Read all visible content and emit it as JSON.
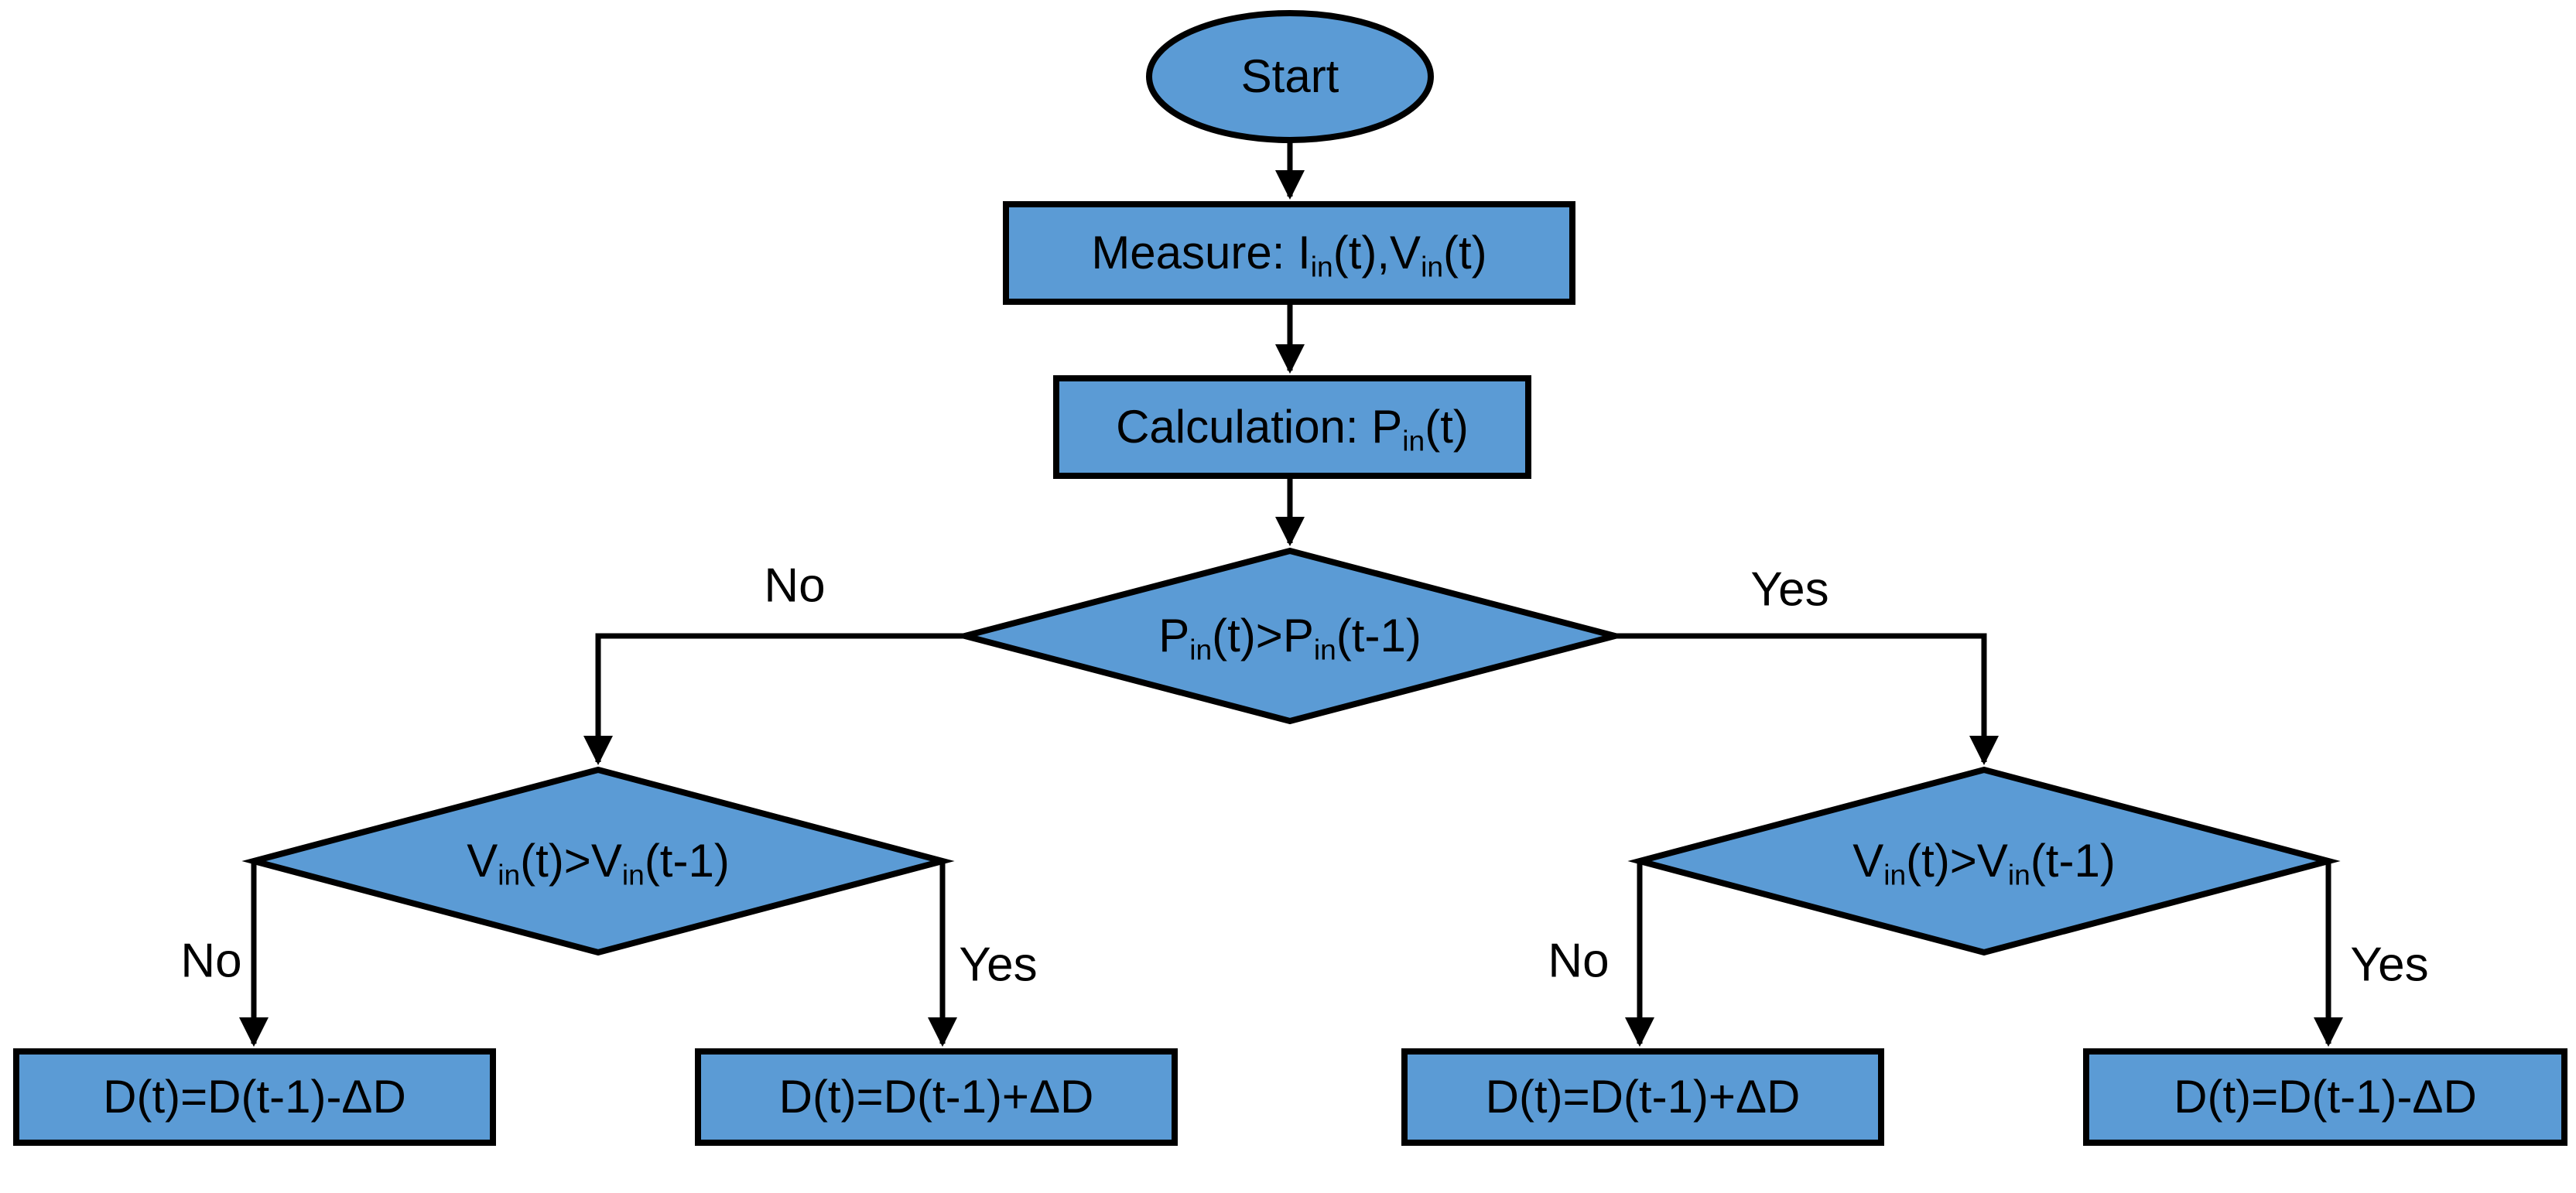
{
  "colors": {
    "node_fill": "#5B9BD5",
    "node_border": "#000000",
    "edge_color": "#000000",
    "text_color": "#000000",
    "background": "#FFFFFF"
  },
  "nodes": {
    "start": {
      "label": "Start"
    },
    "measure": {
      "segments": [
        {
          "t": "Measure: I"
        },
        {
          "t": "in",
          "sub": true
        },
        {
          "t": "(t),V"
        },
        {
          "t": "in",
          "sub": true
        },
        {
          "t": "(t)"
        }
      ]
    },
    "calculation": {
      "segments": [
        {
          "t": "Calculation: P"
        },
        {
          "t": "in",
          "sub": true
        },
        {
          "t": "(t)"
        }
      ]
    },
    "decision_power": {
      "segments": [
        {
          "t": "P"
        },
        {
          "t": "in",
          "sub": true
        },
        {
          "t": "(t)>P"
        },
        {
          "t": "in",
          "sub": true
        },
        {
          "t": "(t-1)"
        }
      ]
    },
    "decision_voltage_left": {
      "segments": [
        {
          "t": "V"
        },
        {
          "t": "in",
          "sub": true
        },
        {
          "t": "(t)>V"
        },
        {
          "t": "in",
          "sub": true
        },
        {
          "t": "(t-1)"
        }
      ]
    },
    "decision_voltage_right": {
      "segments": [
        {
          "t": "V"
        },
        {
          "t": "in",
          "sub": true
        },
        {
          "t": "(t)>V"
        },
        {
          "t": "in",
          "sub": true
        },
        {
          "t": "(t-1)"
        }
      ]
    },
    "action_left_no": {
      "label": "D(t)=D(t-1)-ΔD"
    },
    "action_left_yes": {
      "label": "D(t)=D(t-1)+ΔD"
    },
    "action_right_no": {
      "label": "D(t)=D(t-1)+ΔD"
    },
    "action_right_yes": {
      "label": "D(t)=D(t-1)-ΔD"
    }
  },
  "edge_labels": {
    "top_no": "No",
    "top_yes": "Yes",
    "left_no": "No",
    "left_yes": "Yes",
    "right_no": "No",
    "right_yes": "Yes"
  }
}
